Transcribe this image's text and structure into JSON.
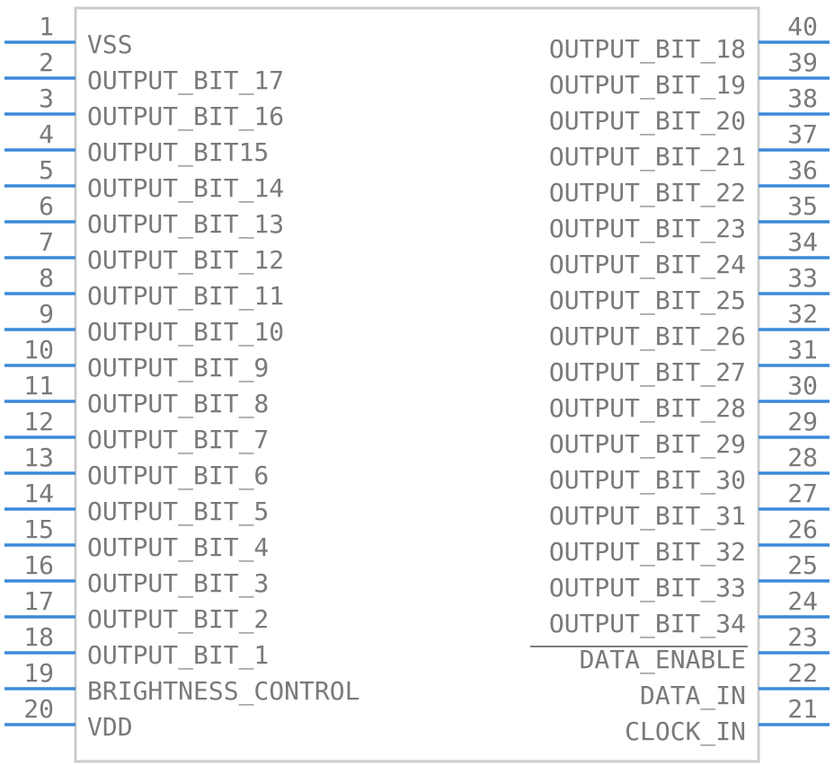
{
  "colors": {
    "body_outline": "#cccccc",
    "pin_line": "#3b8ad9",
    "text": "#7a7a7a"
  },
  "left_pins": [
    {
      "num": "1",
      "label": "VSS"
    },
    {
      "num": "2",
      "label": "OUTPUT_BIT_17"
    },
    {
      "num": "3",
      "label": "OUTPUT_BIT_16"
    },
    {
      "num": "4",
      "label": "OUTPUT_BIT15"
    },
    {
      "num": "5",
      "label": "OUTPUT_BIT_14"
    },
    {
      "num": "6",
      "label": "OUTPUT_BIT_13"
    },
    {
      "num": "7",
      "label": "OUTPUT_BIT_12"
    },
    {
      "num": "8",
      "label": "OUTPUT_BIT_11"
    },
    {
      "num": "9",
      "label": "OUTPUT_BIT_10"
    },
    {
      "num": "10",
      "label": "OUTPUT_BIT_9"
    },
    {
      "num": "11",
      "label": "OUTPUT_BIT_8"
    },
    {
      "num": "12",
      "label": "OUTPUT_BIT_7"
    },
    {
      "num": "13",
      "label": "OUTPUT_BIT_6"
    },
    {
      "num": "14",
      "label": "OUTPUT_BIT_5"
    },
    {
      "num": "15",
      "label": "OUTPUT_BIT_4"
    },
    {
      "num": "16",
      "label": "OUTPUT_BIT_3"
    },
    {
      "num": "17",
      "label": "OUTPUT_BIT_2"
    },
    {
      "num": "18",
      "label": "OUTPUT_BIT_1"
    },
    {
      "num": "19",
      "label": "BRIGHTNESS_CONTROL"
    },
    {
      "num": "20",
      "label": "VDD"
    }
  ],
  "right_pins": [
    {
      "num": "40",
      "label": "OUTPUT_BIT_18"
    },
    {
      "num": "39",
      "label": "OUTPUT_BIT_19"
    },
    {
      "num": "38",
      "label": "OUTPUT_BIT_20"
    },
    {
      "num": "37",
      "label": "OUTPUT_BIT_21"
    },
    {
      "num": "36",
      "label": "OUTPUT_BIT_22"
    },
    {
      "num": "35",
      "label": "OUTPUT_BIT_23"
    },
    {
      "num": "34",
      "label": "OUTPUT_BIT_24"
    },
    {
      "num": "33",
      "label": "OUTPUT_BIT_25"
    },
    {
      "num": "32",
      "label": "OUTPUT_BIT_26"
    },
    {
      "num": "31",
      "label": "OUTPUT_BIT_27"
    },
    {
      "num": "30",
      "label": "OUTPUT_BIT_28"
    },
    {
      "num": "29",
      "label": "OUTPUT_BIT_29"
    },
    {
      "num": "28",
      "label": "OUTPUT_BIT_30"
    },
    {
      "num": "27",
      "label": "OUTPUT_BIT_31"
    },
    {
      "num": "26",
      "label": "OUTPUT_BIT_32"
    },
    {
      "num": "25",
      "label": "OUTPUT_BIT_33"
    },
    {
      "num": "24",
      "label": "OUTPUT_BIT_34"
    },
    {
      "num": "23",
      "label": "DATA_ENABLE",
      "overline": true
    },
    {
      "num": "22",
      "label": "DATA_IN"
    },
    {
      "num": "21",
      "label": "CLOCK_IN"
    }
  ]
}
